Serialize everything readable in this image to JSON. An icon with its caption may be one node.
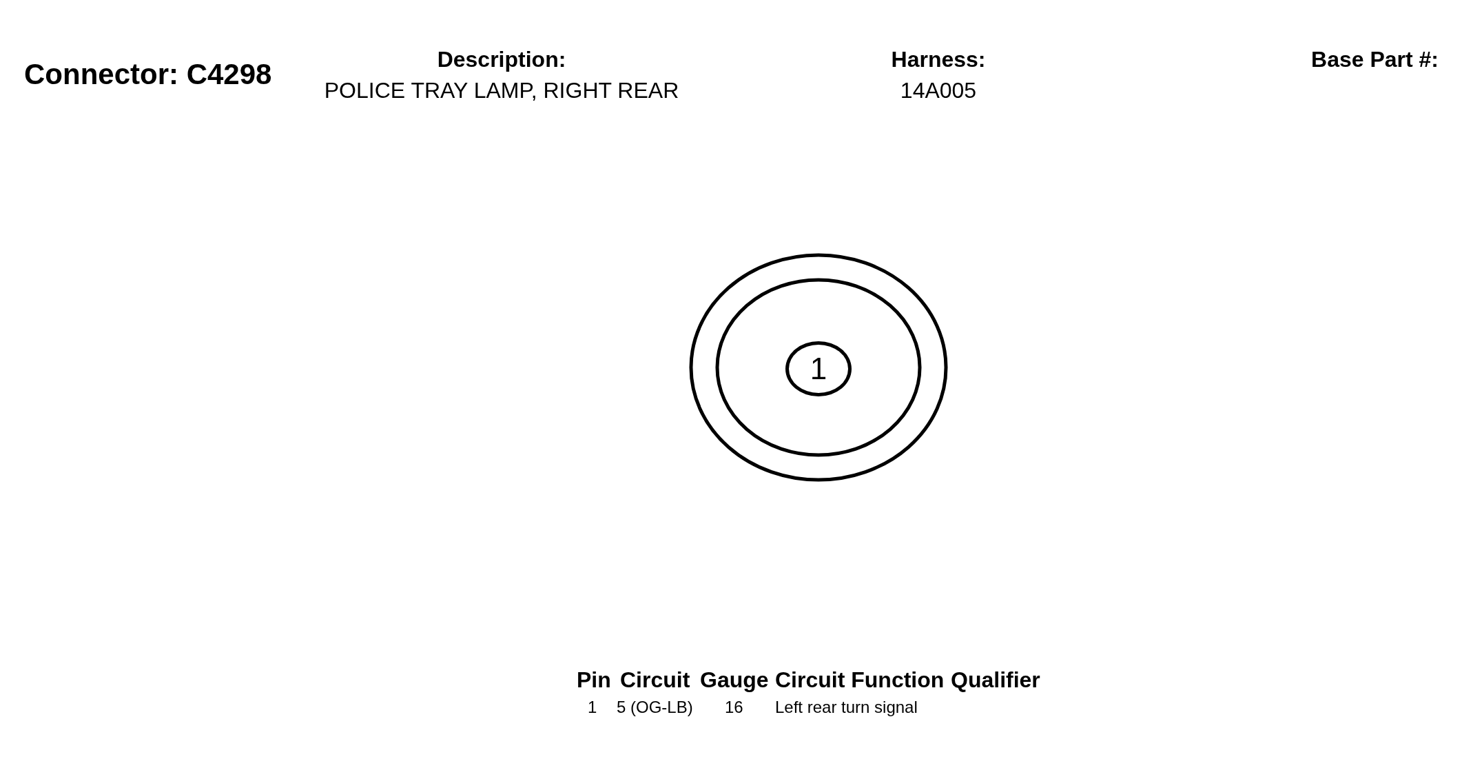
{
  "diagram": {
    "title": "Connector: C4298",
    "nodes": [
      {
        "text": [
          "1"
        ]
      }
    ],
    "edges": [],
    "labels": [
      "Description:",
      "POLICE TRAY LAMP, RIGHT REAR",
      "Harness:",
      "14A005",
      "Base Part #:",
      "Pin",
      "Circuit",
      "Gauge",
      "Circuit Function",
      "Qualifier",
      "1",
      "5 (OG-LB)",
      "16",
      "Left rear turn signal"
    ]
  }
}
